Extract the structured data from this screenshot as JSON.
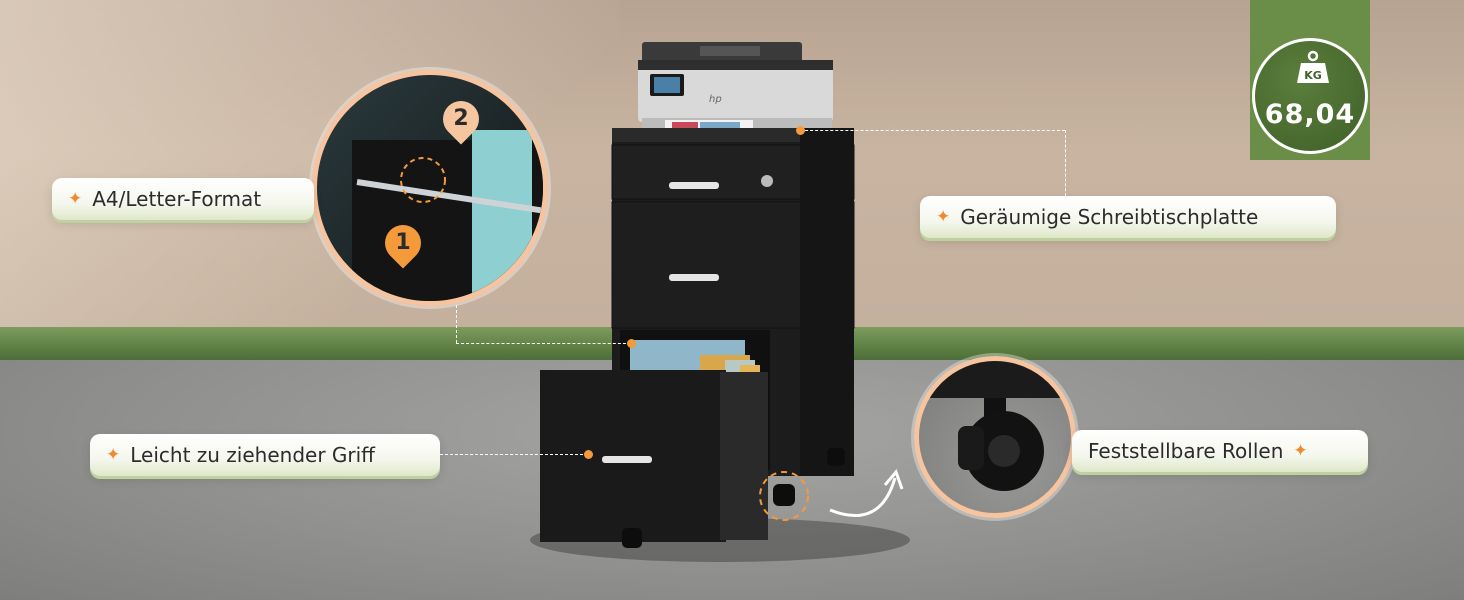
{
  "badge": {
    "weight": "68,04",
    "icon": "weight-kg-icon",
    "unit_icon_text": "KG"
  },
  "callouts": {
    "format": "A4/Letter-Format",
    "desktop": "Geräumige Schreibtischplatte",
    "handle": "Leicht zu ziehender Griff",
    "wheels": "Feststellbare Rollen"
  },
  "steps": {
    "one": "1",
    "two": "2"
  },
  "printer_logo": "hp",
  "colors": {
    "accent": "#f59a3a",
    "green": "#5f8145",
    "cabinet": "#1b1b1b"
  }
}
